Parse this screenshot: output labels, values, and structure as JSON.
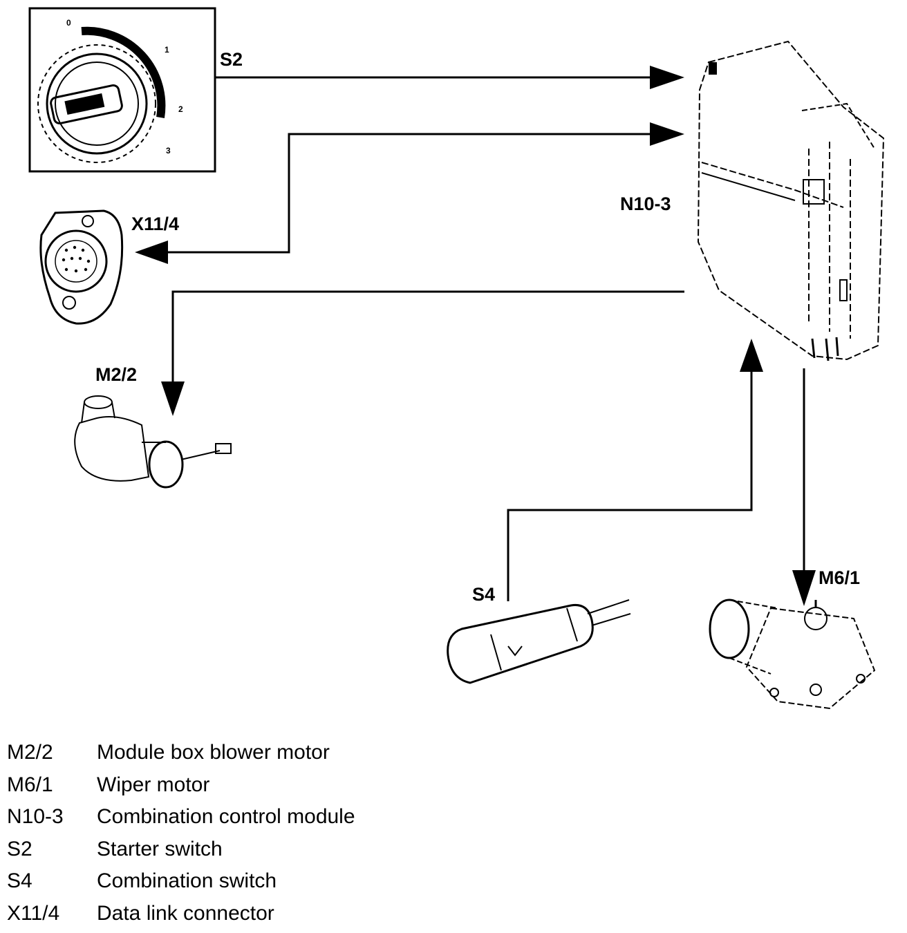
{
  "components": {
    "s2": {
      "label": "S2",
      "dial": [
        "0",
        "1",
        "2",
        "3"
      ]
    },
    "n10_3": {
      "label": "N10-3"
    },
    "x11_4": {
      "label": "X11/4"
    },
    "m2_2": {
      "label": "M2/2"
    },
    "s4": {
      "label": "S4"
    },
    "m6_1": {
      "label": "M6/1"
    }
  },
  "legend": [
    {
      "code": "M2/2",
      "desc": "Module box blower motor"
    },
    {
      "code": "M6/1",
      "desc": "Wiper motor"
    },
    {
      "code": "N10-3",
      "desc": "Combination control module"
    },
    {
      "code": "S2",
      "desc": "Starter switch"
    },
    {
      "code": "S4",
      "desc": "Combination switch"
    },
    {
      "code": "X11/4",
      "desc": "Data link connector"
    }
  ]
}
